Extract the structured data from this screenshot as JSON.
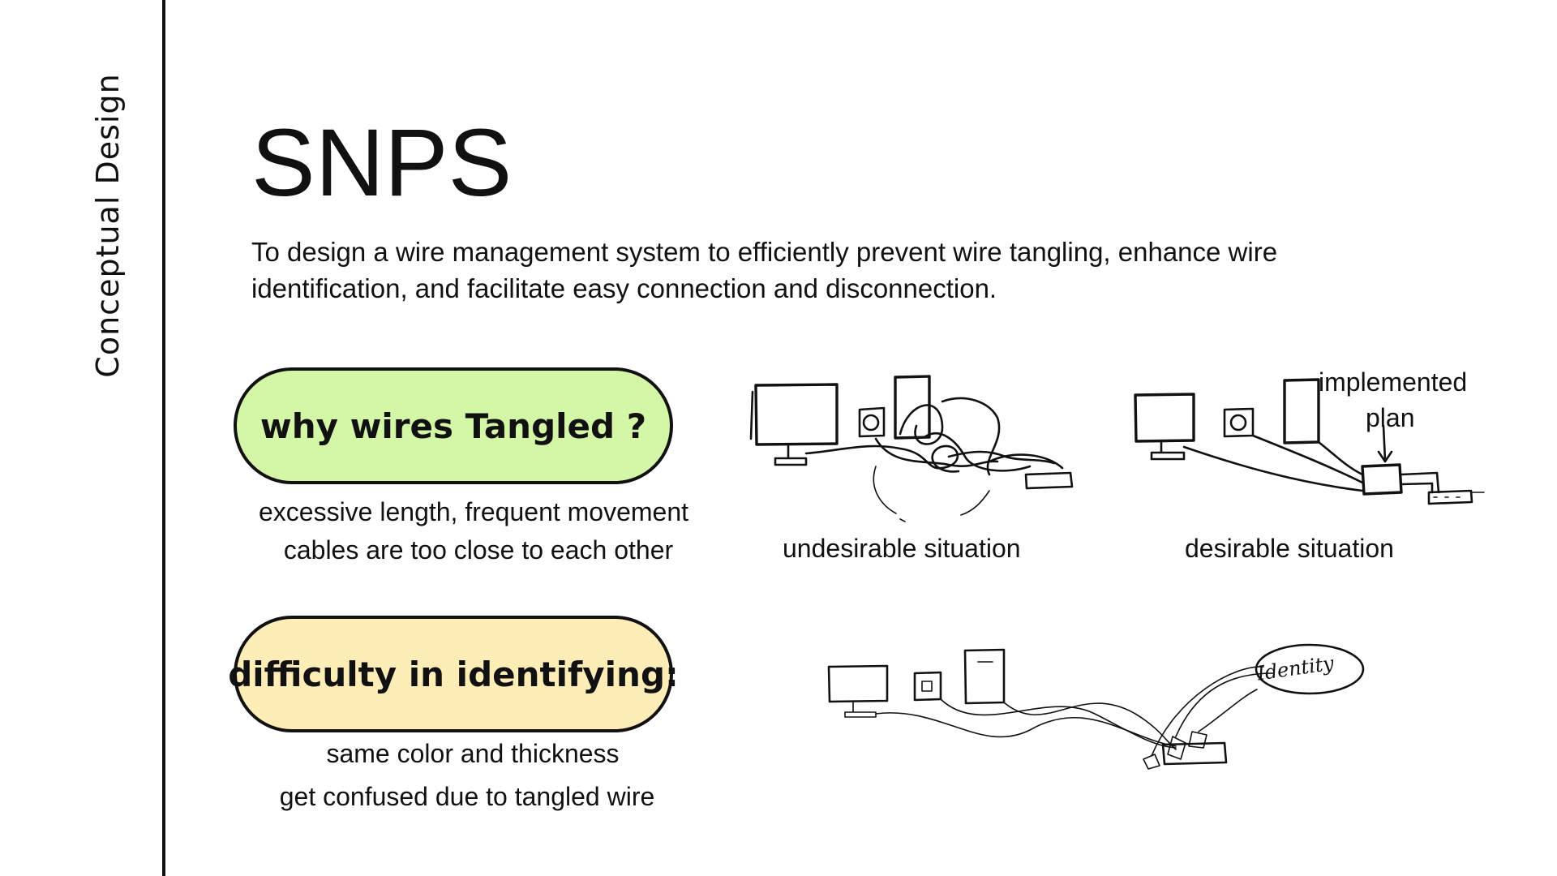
{
  "sidebar": {
    "section_label": "Conceptual Design"
  },
  "header": {
    "title": "SNPS",
    "description": "To design a wire management system to efficiently prevent wire tangling, enhance wire identification, and facilitate easy connection and disconnection."
  },
  "problems": [
    {
      "heading": "why wires Tangled ?",
      "fill_color": "#d3f7a6",
      "reasons": [
        "excessive length, frequent movement",
        "cables are too close to each other"
      ]
    },
    {
      "heading": "difficulty in identifying:",
      "fill_color": "#ffedb8",
      "reasons": [
        "same color and thickness",
        "get confused due to tangled wire"
      ]
    }
  ],
  "sketches": {
    "undesirable": {
      "caption": "undesirable situation"
    },
    "desirable": {
      "caption": "desirable situation",
      "annotation_line1": "implemented",
      "annotation_line2": "plan"
    },
    "identity": {
      "annotation": "Identity"
    }
  }
}
